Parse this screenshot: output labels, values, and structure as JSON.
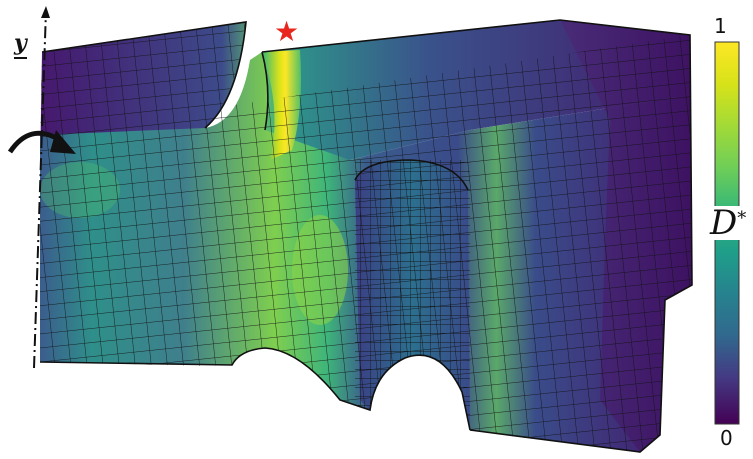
{
  "figure": {
    "axis_label": "y",
    "marker": "★",
    "marker_color": "#e8261e",
    "colorbar": {
      "max_label": "1",
      "min_label": "0",
      "title_symbol": "D",
      "title_superscript": "*",
      "colors": [
        "#fde725",
        "#b5de2b",
        "#6ece58",
        "#35b779",
        "#1f9e89",
        "#26828e",
        "#31688e",
        "#3e4989",
        "#482878",
        "#440154"
      ]
    },
    "icons": [
      "rotation-arrow-icon",
      "star-marker-icon",
      "dash-dot-axis-line"
    ]
  }
}
